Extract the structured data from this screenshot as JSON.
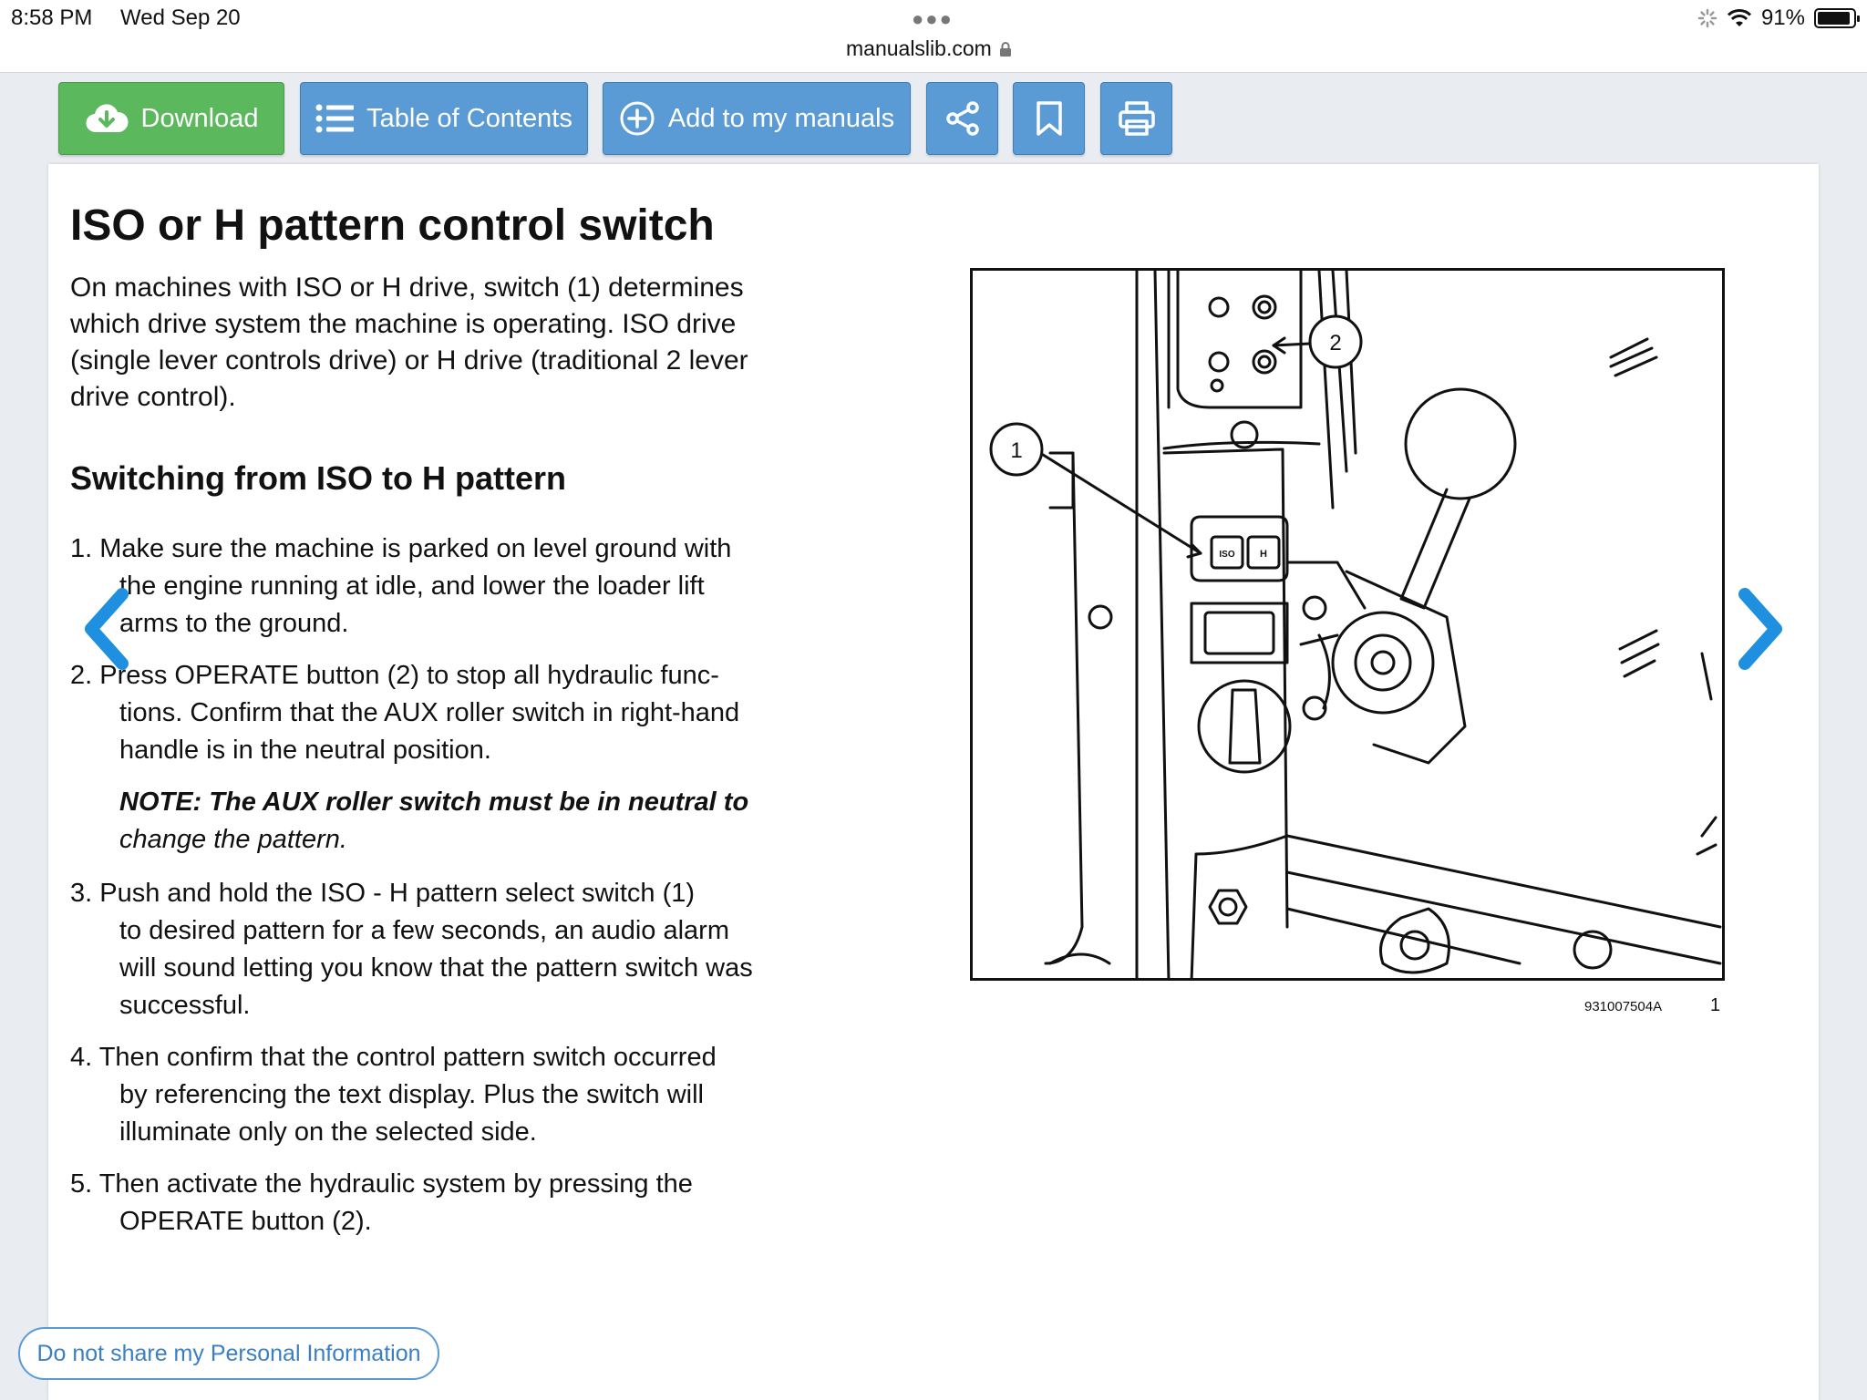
{
  "status_bar": {
    "time": "8:58 PM",
    "date": "Wed Sep 20",
    "url": "manualslib.com",
    "battery": "91%",
    "battery_level": 0.91
  },
  "toolbar": {
    "download_label": "Download",
    "toc_label": "Table of Contents",
    "add_label": "Add to my manuals",
    "share_icon": "share-icon",
    "bookmark_icon": "bookmark-icon",
    "print_icon": "print-icon"
  },
  "colors": {
    "download_green": "#5cb85c",
    "toolbar_blue": "#5b9bd5",
    "nav_arrow_blue": "#1f8fe0"
  },
  "document": {
    "title": "ISO or H pattern control switch",
    "intro_lines": [
      "On machines with ISO or H drive, switch (1) determines",
      "which drive system the machine is operating. ISO drive",
      "(single lever controls drive) or H drive (traditional 2 lever",
      "drive control)."
    ],
    "subheading": "Switching from ISO to H pattern",
    "steps": [
      {
        "first": "1. Make sure the machine is parked on level ground with",
        "rest": [
          "the engine running at idle, and lower the loader lift",
          "arms to the ground."
        ]
      },
      {
        "first": "2. Press OPERATE button (2) to stop all hydraulic func-",
        "rest": [
          "tions. Confirm that the AUX roller switch in right-hand",
          "handle is in the neutral position."
        ]
      },
      {
        "first": "3. Push and hold the ISO - H pattern select switch (1)",
        "rest": [
          "to desired pattern for a few seconds, an audio alarm",
          "will sound letting you know that the pattern switch was",
          "successful."
        ]
      },
      {
        "first": "4. Then confirm that the control pattern switch occurred",
        "rest": [
          "by referencing the text display. Plus the switch will",
          "illuminate only on the selected side."
        ]
      },
      {
        "first": "5. Then activate the hydraulic system by pressing the",
        "rest": [
          "OPERATE button (2)."
        ]
      }
    ],
    "note_bold": "NOTE: The AUX roller switch must be in neutral to",
    "note_italic": "change the pattern.",
    "figure": {
      "callout_1": "1",
      "callout_2": "2",
      "switch_iso": "ISO",
      "switch_h": "H",
      "code": "931007504A",
      "number": "1"
    }
  },
  "privacy_label": "Do not share my Personal Information"
}
